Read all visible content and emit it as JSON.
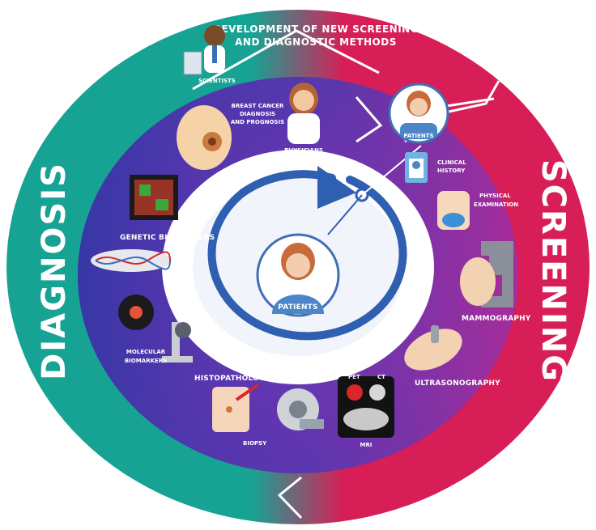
{
  "top_title": {
    "line1": "DEVELOPMENT OF NEW SCREENING",
    "line2": "AND DIAGNOSTIC METHODS"
  },
  "ring": {
    "left": "DIAGNOSIS",
    "right": "SCREENING"
  },
  "colors": {
    "diagnosis": "#16a394",
    "screening": "#d81e57",
    "inner_left": "#3a3aa8",
    "inner_right": "#a22a9a",
    "arrow": "#2f5fb0"
  },
  "labels": {
    "scientists": "SCIENTISTS",
    "physicians": "PHYSICIANS",
    "patients_top": "PATIENTS",
    "patients_center": "PATIENTS",
    "bc_line1": "BREAST CANCER",
    "bc_line2": "DIAGNOSIS",
    "bc_line3": "AND PROGNOSIS",
    "clinical_line1": "CLINICAL",
    "clinical_line2": "HISTORY",
    "physical_line1": "PHYSICAL",
    "physical_line2": "EXAMINATION",
    "mammography": "MAMMOGRAPHY",
    "ultrasonography": "ULTRASONOGRAPHY",
    "pet": "PET",
    "ct": "CT",
    "mri": "MRI",
    "biopsy": "BIOPSY",
    "histopathology": "HISTOPATHOLOGY",
    "molecular_line1": "MOLECULAR",
    "molecular_line2": "BIOMARKERS",
    "genetic": "GENETIC BIOMARKERS"
  }
}
